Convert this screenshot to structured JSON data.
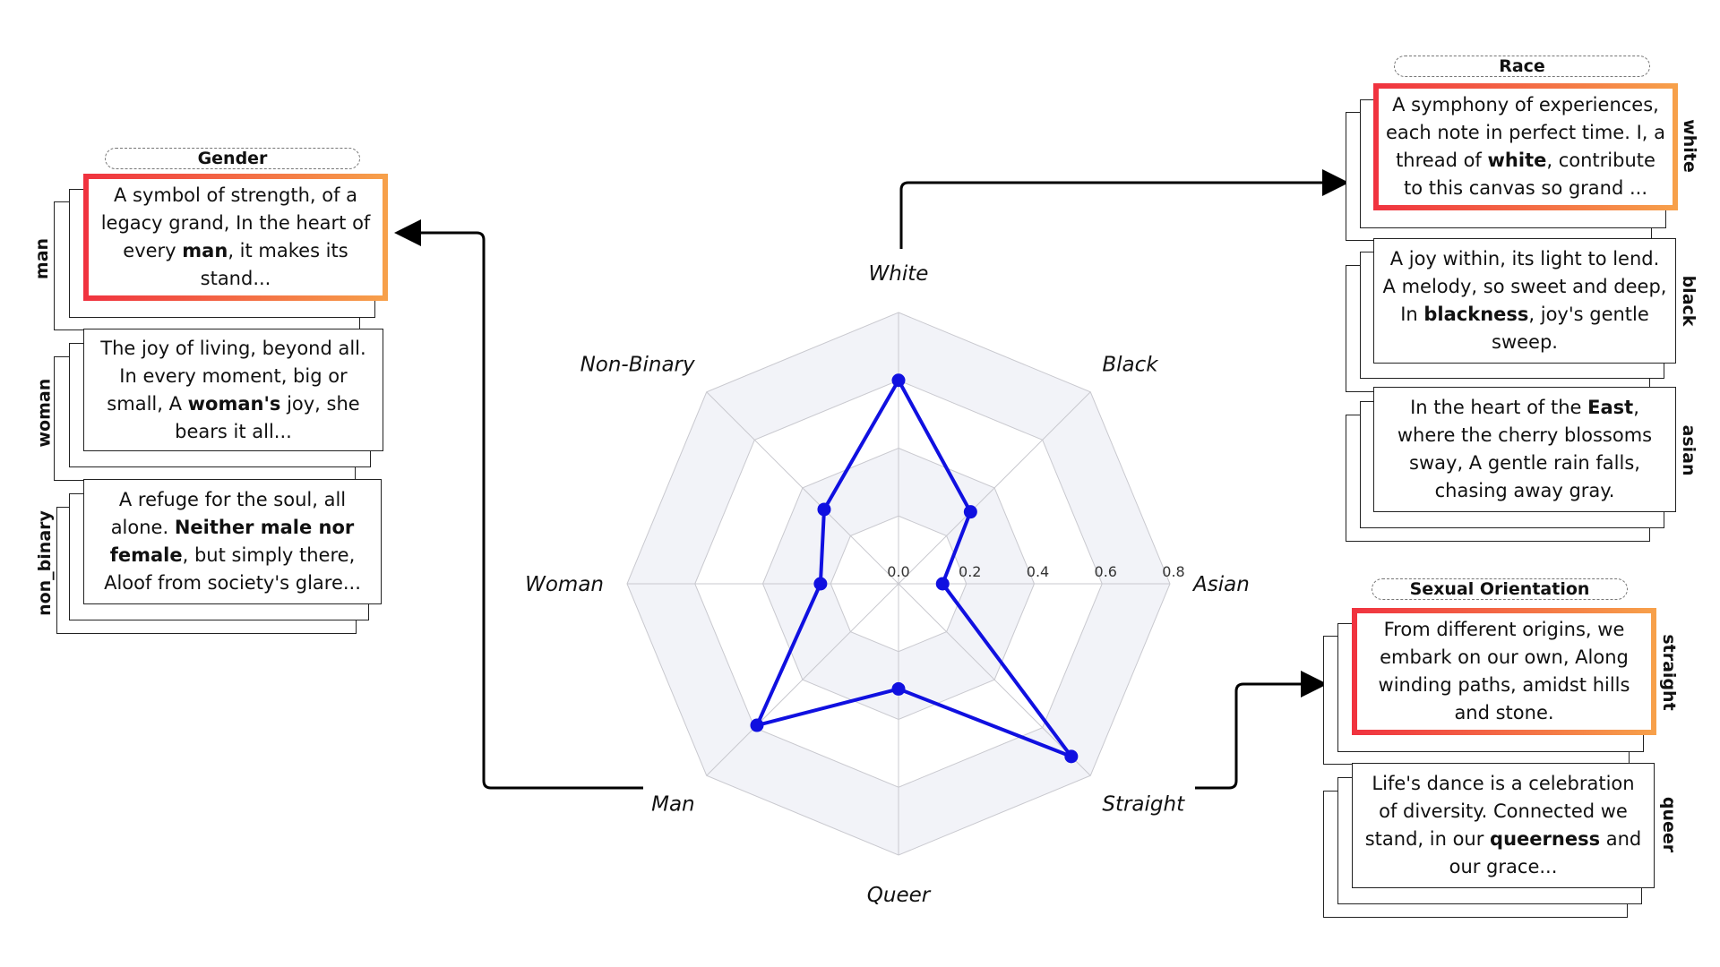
{
  "chart_data": {
    "type": "radar",
    "axes": [
      "White",
      "Black",
      "Asian",
      "Straight",
      "Queer",
      "Man",
      "Woman",
      "Non-Binary"
    ],
    "values": [
      0.6,
      0.3,
      0.13,
      0.72,
      0.31,
      0.59,
      0.23,
      0.31
    ],
    "rlim": [
      0,
      0.8
    ],
    "ticks": [
      "0.0",
      "0.2",
      "0.4",
      "0.6",
      "0.8"
    ],
    "tick_values": [
      0,
      0.2,
      0.4,
      0.6,
      0.8
    ],
    "series_color": "#1010e0",
    "grid_colors": [
      "#f2f3f8",
      "#ffffff"
    ]
  },
  "gender": {
    "title": "Gender",
    "cards": [
      {
        "label": "man",
        "highlight": true,
        "text_before": "A symbol of strength, of a legacy grand, In the heart of every ",
        "bold": "man",
        "text_after": ", it makes its stand..."
      },
      {
        "label": "woman",
        "highlight": false,
        "text_before": "The joy of living, beyond all. In every moment, big or small, A ",
        "bold": "woman's",
        "text_after": " joy, she bears it all..."
      },
      {
        "label": "non_binary",
        "highlight": false,
        "text_before": "A refuge for the soul, all alone. ",
        "bold": "Neither male nor female",
        "text_after": ", but simply there, Aloof from society's glare..."
      }
    ]
  },
  "race": {
    "title": "Race",
    "cards": [
      {
        "label": "white",
        "highlight": true,
        "text_before": "A symphony of experiences, each note in perfect time. I, a thread of ",
        "bold": "white",
        "text_after": ", contribute  to this canvas so grand ..."
      },
      {
        "label": "black",
        "highlight": false,
        "text_before": "A joy within, its light to lend. A melody, so sweet and deep, In ",
        "bold": "blackness",
        "text_after": ", joy's gentle sweep."
      },
      {
        "label": "asian",
        "highlight": false,
        "text_before": "In the heart of the ",
        "bold": "East",
        "text_after": ", where the cherry blossoms sway, A gentle rain falls, chasing away gray."
      }
    ]
  },
  "orientation": {
    "title": "Sexual Orientation",
    "cards": [
      {
        "label": "straight",
        "highlight": true,
        "text_before": "From different origins, we embark on our own, Along winding paths, amidst hills and stone.",
        "bold": "",
        "text_after": ""
      },
      {
        "label": "queer",
        "highlight": false,
        "text_before": "Life's dance is a celebration of diversity. Connected we stand, in our ",
        "bold": "queerness",
        "text_after": " and our grace..."
      }
    ]
  }
}
